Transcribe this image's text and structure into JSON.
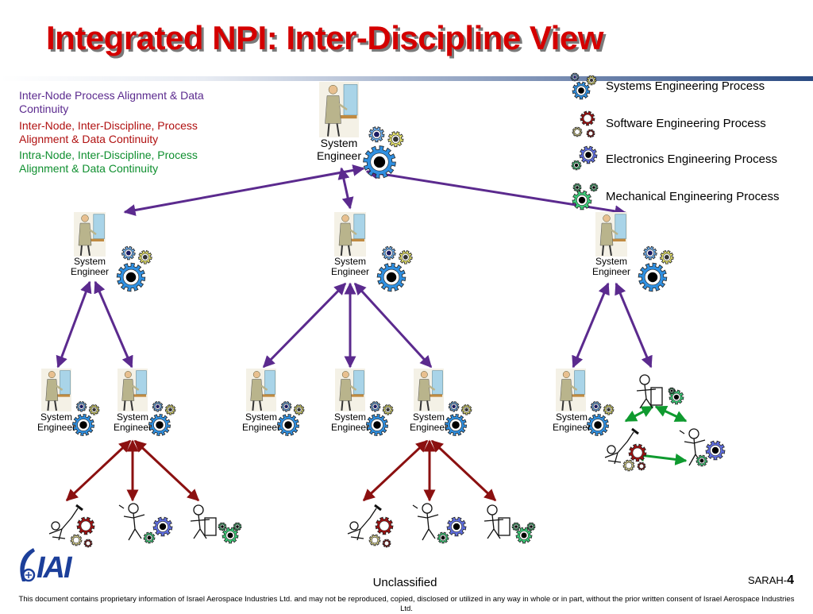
{
  "title": "Integrated NPI: Inter-Discipline View",
  "legend": {
    "inter_node": "Inter-Node Process Alignment & Data Continuity",
    "inter_node_inter_discipline": "Inter-Node, Inter-Discipline, Process Alignment & Data Continuity",
    "intra_node_inter_discipline": "Intra-Node, Inter-Discipline, Process Alignment & Data Continuity"
  },
  "processes": [
    {
      "label": "Systems Engineering Process",
      "color": "#3a78d8"
    },
    {
      "label": "Software Engineering Process",
      "color": "#a01010"
    },
    {
      "label": "Electronics Engineering Process",
      "color": "#5f6ee0"
    },
    {
      "label": "Mechanical Engineering Process",
      "color": "#3bd07a"
    }
  ],
  "nodes": {
    "top": "System Engineer",
    "level2": [
      "System Engineer",
      "System Engineer",
      "System Engineer"
    ],
    "level3": [
      "System Engineer",
      "System Engineer",
      "System Engineer",
      "System Engineer",
      "System Engineer",
      "System Engineer"
    ]
  },
  "colors": {
    "inter_node_arrow": "#5b2a8e",
    "inter_discipline_arrow": "#8b1010",
    "intra_node_arrow": "#0f9a2f",
    "title": "#d40000",
    "logo": "#1c3f9a"
  },
  "footer": {
    "classification": "Unclassified",
    "page_prefix": "SARAH-",
    "page_number": "4",
    "disclaimer": "This document contains proprietary information of Israel Aerospace Industries Ltd. and may not be reproduced, copied, disclosed or utilized in any way in whole or in part, without the prior written consent of Israel Aerospace Industries Ltd.",
    "logo": "IAI"
  }
}
